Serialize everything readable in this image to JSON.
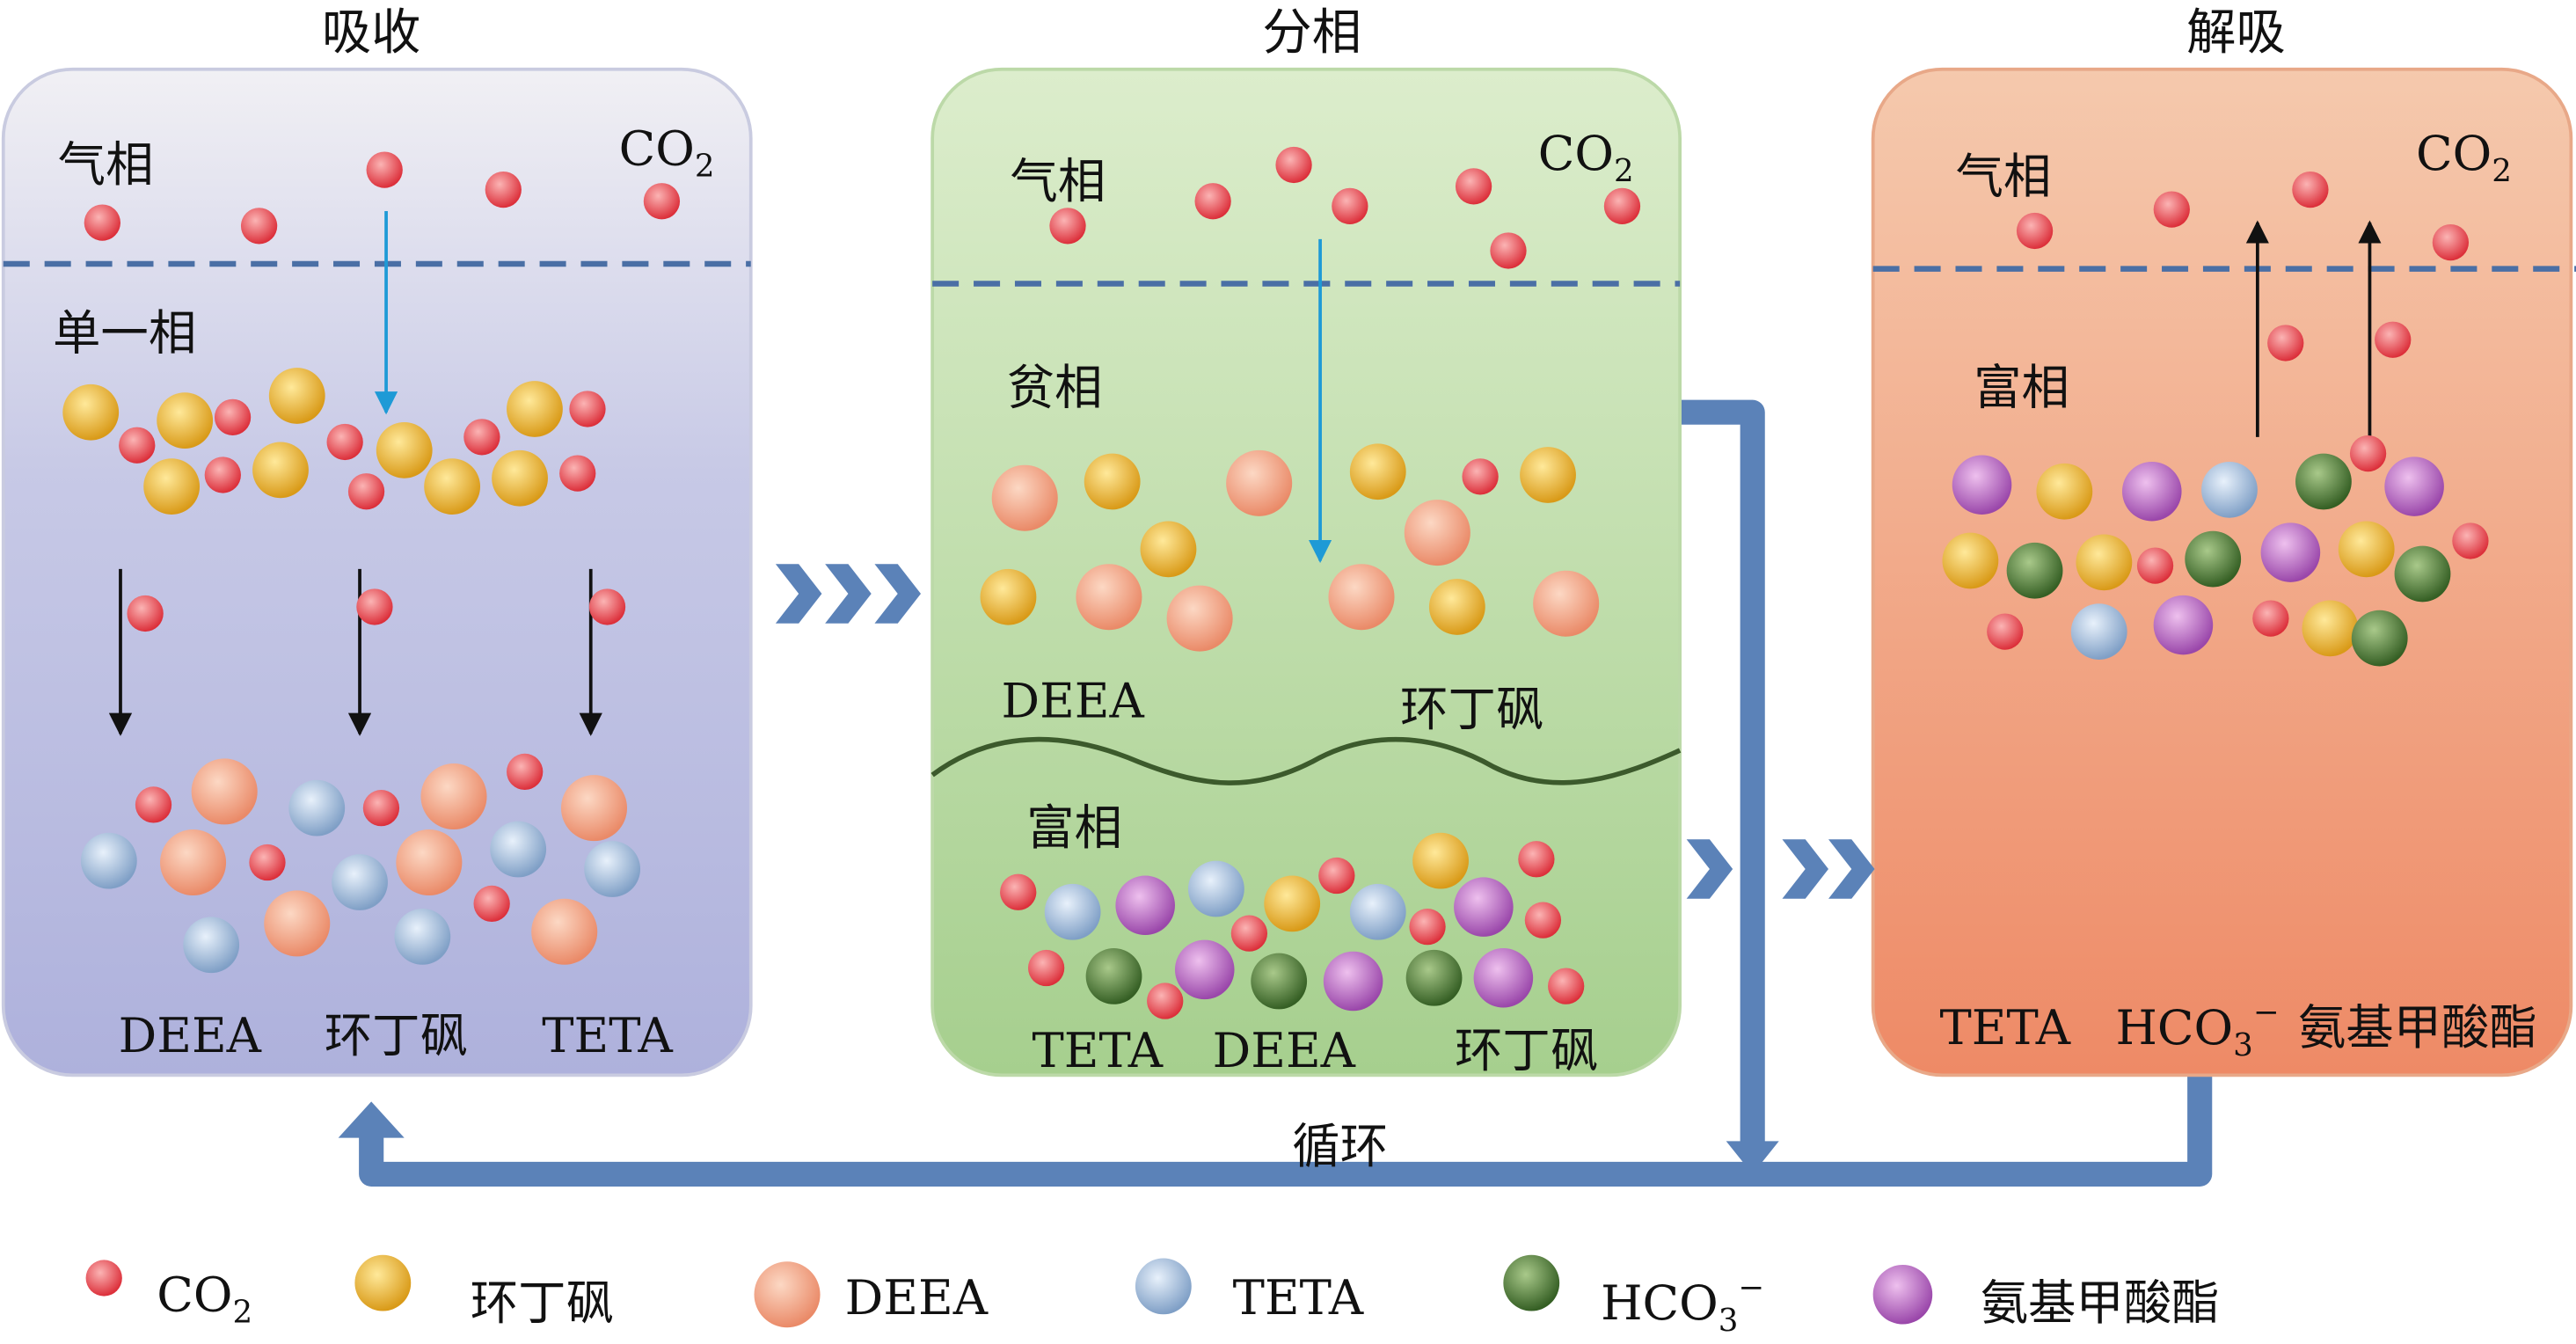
{
  "stages": {
    "absorption": {
      "title": "吸收",
      "gas_label": "气相",
      "co2": {
        "base": "CO",
        "sub": "2"
      },
      "phase_label": "单一相",
      "bottom_labels": [
        "DEEA",
        "环丁砜",
        "TETA"
      ]
    },
    "separation": {
      "title": "分相",
      "gas_label": "气相",
      "co2": {
        "base": "CO",
        "sub": "2"
      },
      "lean_label": "贫相",
      "lean_components": [
        "DEEA",
        "环丁砜"
      ],
      "rich_label": "富相",
      "rich_components": [
        "TETA",
        "DEEA",
        "环丁砜"
      ]
    },
    "desorption": {
      "title": "解吸",
      "gas_label": "气相",
      "co2": {
        "base": "CO",
        "sub": "2"
      },
      "rich_label": "富相",
      "bottom_labels": {
        "teta": "TETA",
        "hco3": {
          "base": "HCO",
          "sub": "3",
          "sup": "−"
        },
        "carbamate": "氨基甲酸酯"
      }
    }
  },
  "cycle_label": "循环",
  "legend": {
    "co2": {
      "base": "CO",
      "sub": "2"
    },
    "sulfolane": "环丁砜",
    "deea": "DEEA",
    "teta": "TETA",
    "hco3": {
      "base": "HCO",
      "sub": "3",
      "sup": "−"
    },
    "carbamate": "氨基甲酸酯"
  },
  "colors": {
    "flow": "#5b82b8",
    "dashed_interface": "#4a6fa5",
    "arrow_down": "#1e9ad6"
  }
}
